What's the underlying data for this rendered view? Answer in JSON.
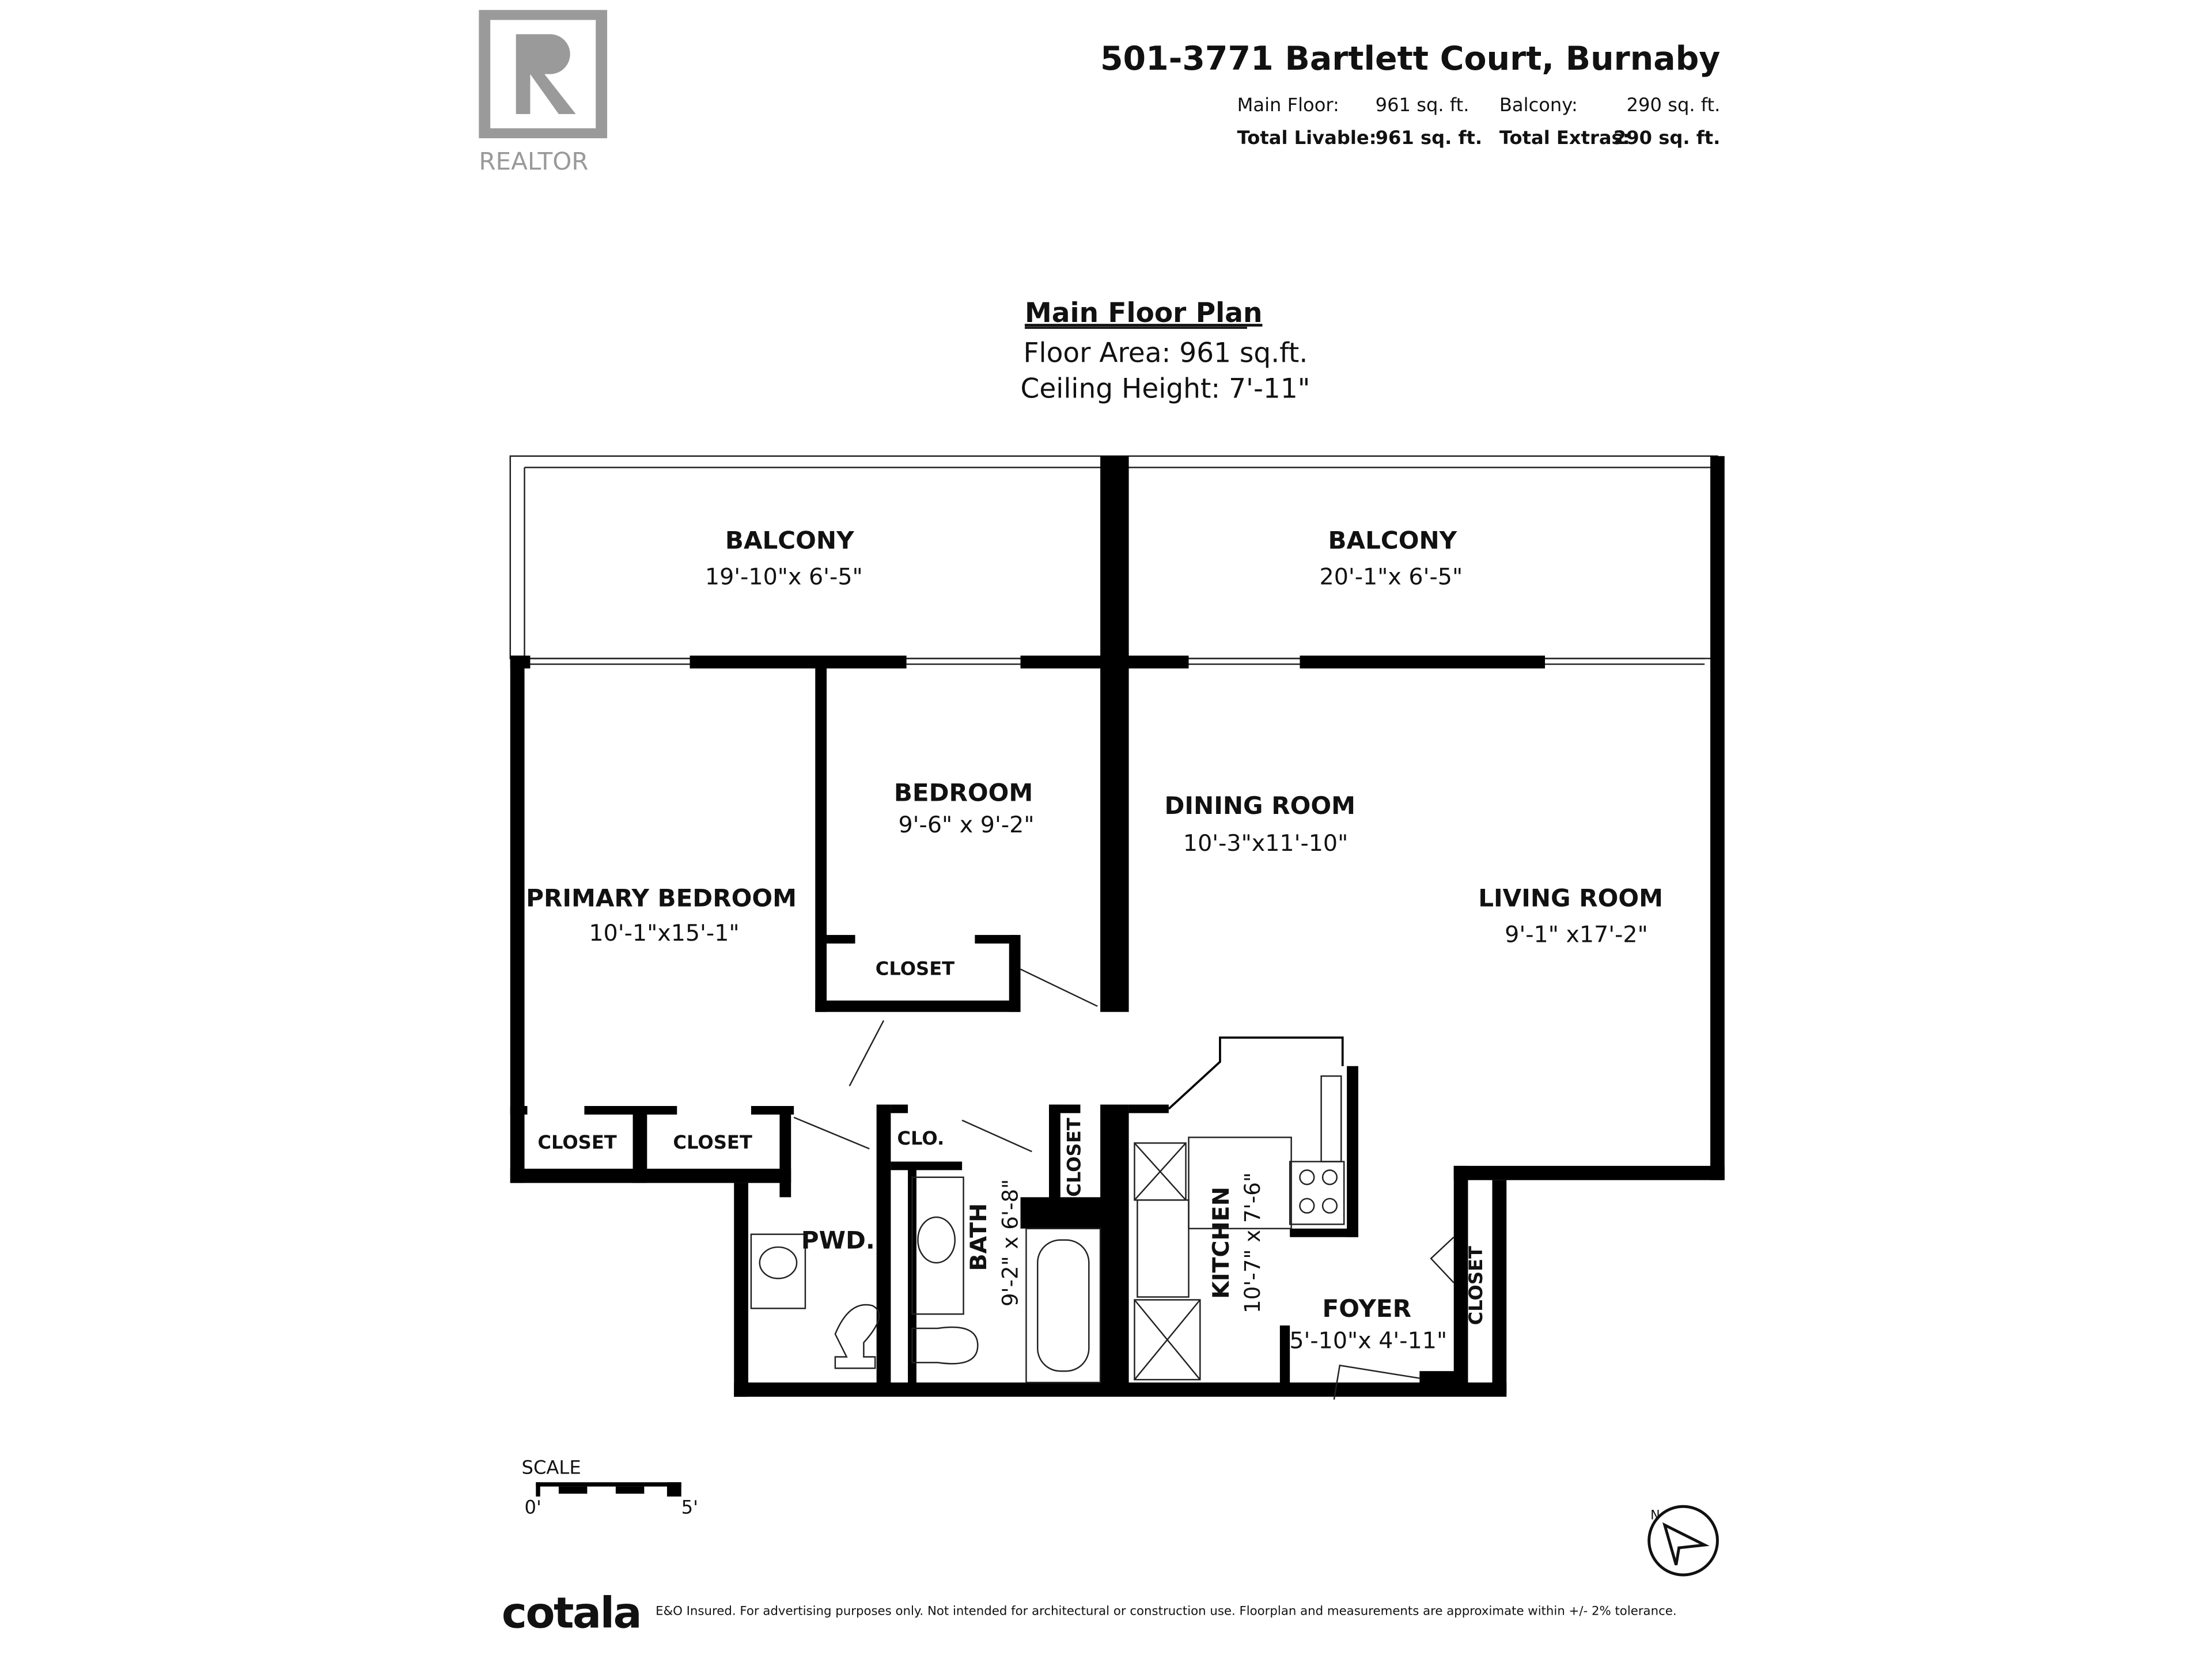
{
  "header": {
    "logo_text": "REALTOR",
    "address": "501-3771 Bartlett Court, Burnaby",
    "main_floor_label": "Main Floor:",
    "main_floor_value": "961 sq. ft.",
    "balcony_label": "Balcony:",
    "balcony_value": "290 sq. ft.",
    "total_livable_label": "Total Livable:",
    "total_livable_value": "961  sq. ft.",
    "total_extras_label": "Total Extras:",
    "total_extras_value": "290 sq. ft."
  },
  "plan": {
    "title": "Main Floor Plan",
    "floor_area": "Floor Area: 961 sq.ft.",
    "ceiling_height": "Ceiling Height: 7'-11\""
  },
  "rooms": {
    "balcony_left": {
      "name": "BALCONY",
      "dims": "19'-10\"x 6'-5\""
    },
    "balcony_right": {
      "name": "BALCONY",
      "dims": "20'-1\"x 6'-5\""
    },
    "bedroom": {
      "name": "BEDROOM",
      "dims": "9'-6\" x 9'-2\""
    },
    "dining": {
      "name": "DINING ROOM",
      "dims": "10'-3\"x11'-10\""
    },
    "primary": {
      "name": "PRIMARY BEDROOM",
      "dims": "10'-1\"x15'-1\""
    },
    "living": {
      "name": "LIVING ROOM",
      "dims": "9'-1\" x17'-2\""
    },
    "bedroom_closet": "CLOSET",
    "closet1": "CLOSET",
    "closet2": "CLOSET",
    "clo": "CLO.",
    "closet_bath": "CLOSET",
    "closet_foyer": "CLOSET",
    "pwd": "PWD.",
    "bath": {
      "name": "BATH",
      "dims": "9'-2\" x 6'-8\""
    },
    "kitchen": {
      "name": "KITCHEN",
      "dims": "10'-7\" x 7'-6\""
    },
    "foyer": {
      "name": "FOYER",
      "dims": "5'-10\"x 4'-11\""
    }
  },
  "scale": {
    "label": "SCALE",
    "start": "0'",
    "end": "5'"
  },
  "compass": {
    "icon": "north-arrow-icon",
    "label": "N"
  },
  "footer": {
    "brand": "cotala",
    "disclaimer": "E&O Insured. For advertising purposes only. Not intended for architectural or construction use. Floorplan and measurements are approximate within +/- 2% tolerance."
  }
}
